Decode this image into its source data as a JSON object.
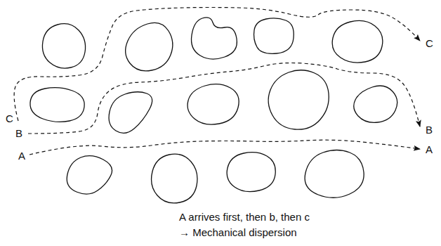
{
  "diagram": {
    "labels": [
      "C",
      "B",
      "A",
      "C",
      "B",
      "A",
      "A arrives first, then b, then c",
      "→ Mechanical dispersion"
    ]
  }
}
